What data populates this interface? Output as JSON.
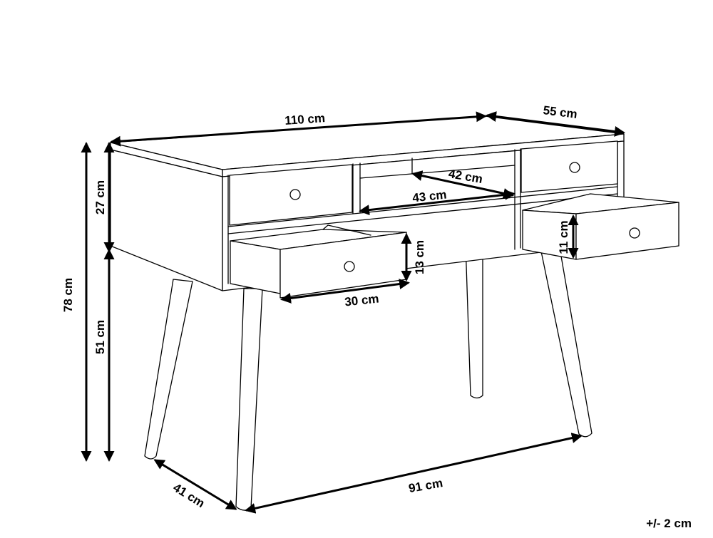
{
  "dimensions": {
    "width": "110 cm",
    "depth": "55 cm",
    "height": "78 cm",
    "upper_section": "27 cm",
    "leg_height": "51 cm",
    "drawer_depth_inner": "42 cm",
    "shelf_width": "43 cm",
    "drawer_width": "30 cm",
    "drawer_height_left": "13 cm",
    "drawer_height_right": "11 cm",
    "leg_depth_span": "41 cm",
    "leg_width_span": "91 cm"
  },
  "tolerance": "+/- 2 cm",
  "colors": {
    "line": "#000000",
    "background": "#ffffff"
  }
}
